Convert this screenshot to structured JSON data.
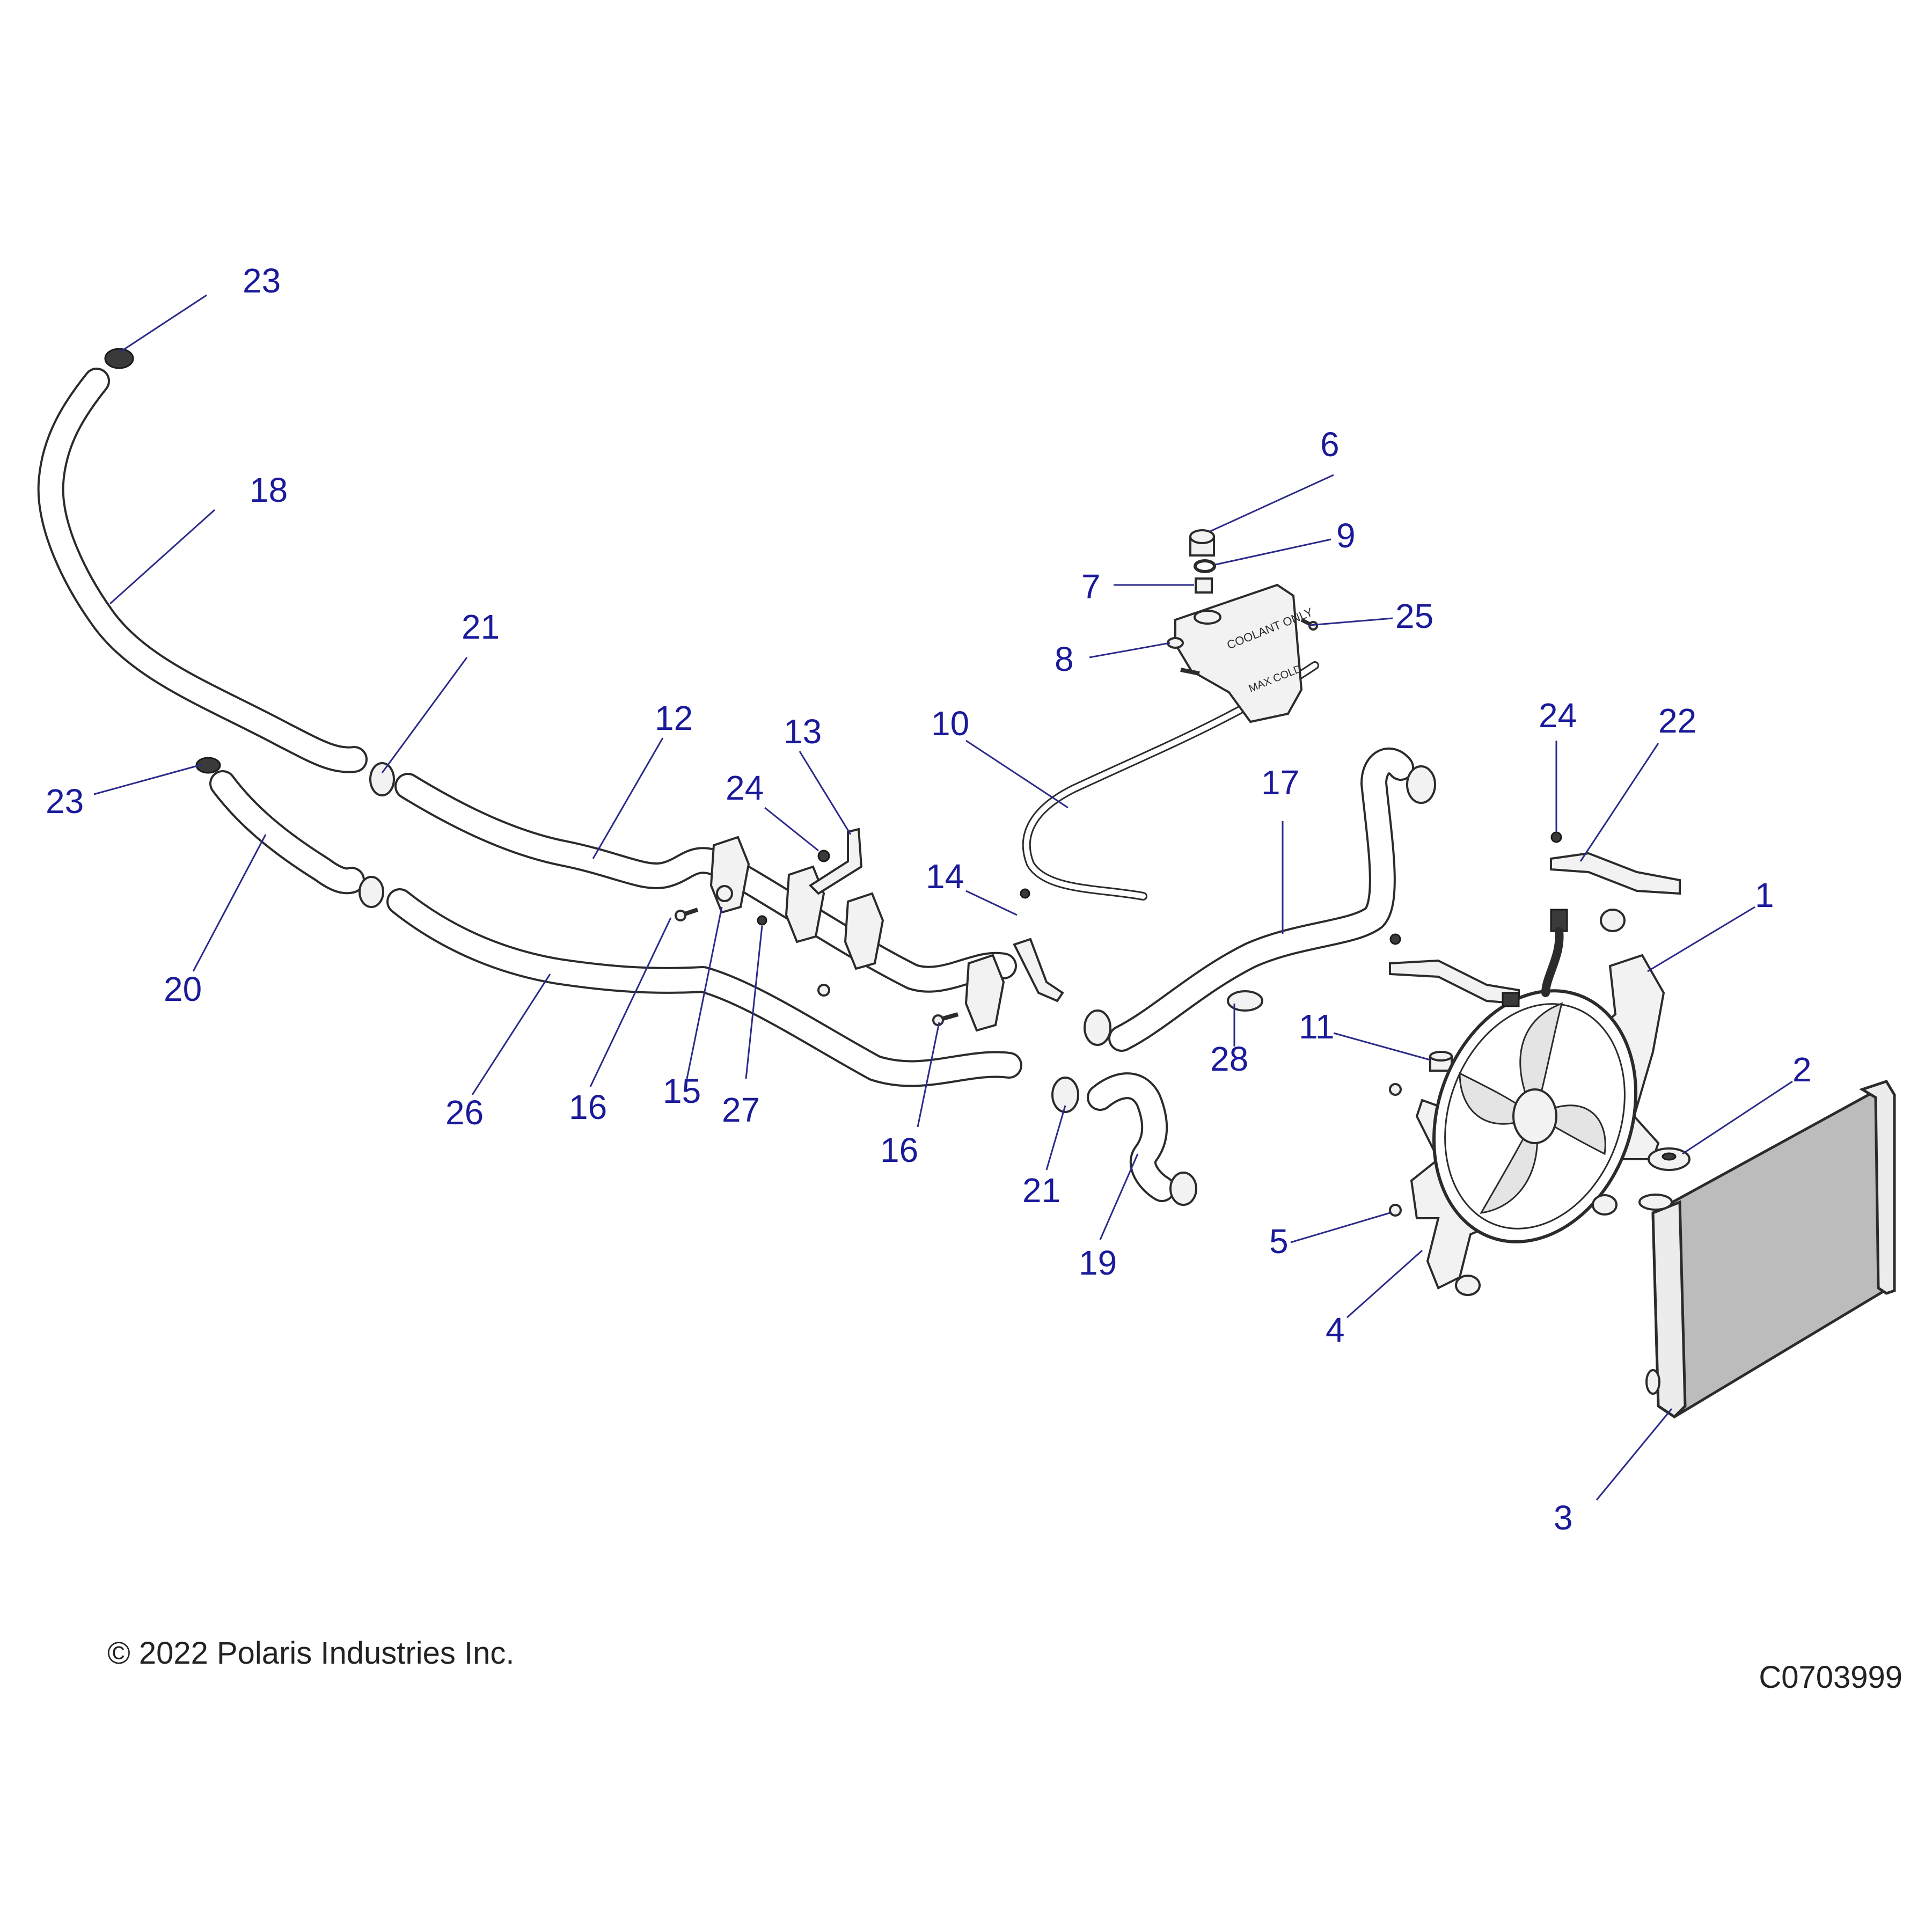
{
  "callouts": [
    {
      "n": "1"
    },
    {
      "n": "2"
    },
    {
      "n": "3"
    },
    {
      "n": "4"
    },
    {
      "n": "5"
    },
    {
      "n": "6"
    },
    {
      "n": "7"
    },
    {
      "n": "8"
    },
    {
      "n": "9"
    },
    {
      "n": "10"
    },
    {
      "n": "11"
    },
    {
      "n": "12"
    },
    {
      "n": "13"
    },
    {
      "n": "14"
    },
    {
      "n": "15"
    },
    {
      "n": "16"
    },
    {
      "n": "16"
    },
    {
      "n": "17"
    },
    {
      "n": "18"
    },
    {
      "n": "19"
    },
    {
      "n": "20"
    },
    {
      "n": "21"
    },
    {
      "n": "21"
    },
    {
      "n": "22"
    },
    {
      "n": "23"
    },
    {
      "n": "23"
    },
    {
      "n": "24"
    },
    {
      "n": "24"
    },
    {
      "n": "25"
    },
    {
      "n": "26"
    },
    {
      "n": "27"
    },
    {
      "n": "28"
    }
  ],
  "tank_label_1": "COOLANT ONLY",
  "tank_label_2": "MAX COLD",
  "copyright": "© 2022 Polaris Industries Inc.",
  "drawing_id": "C0703999",
  "colors": {
    "callout": "#1a1a9a",
    "line": "#2b2b2b",
    "background": "#ffffff"
  }
}
